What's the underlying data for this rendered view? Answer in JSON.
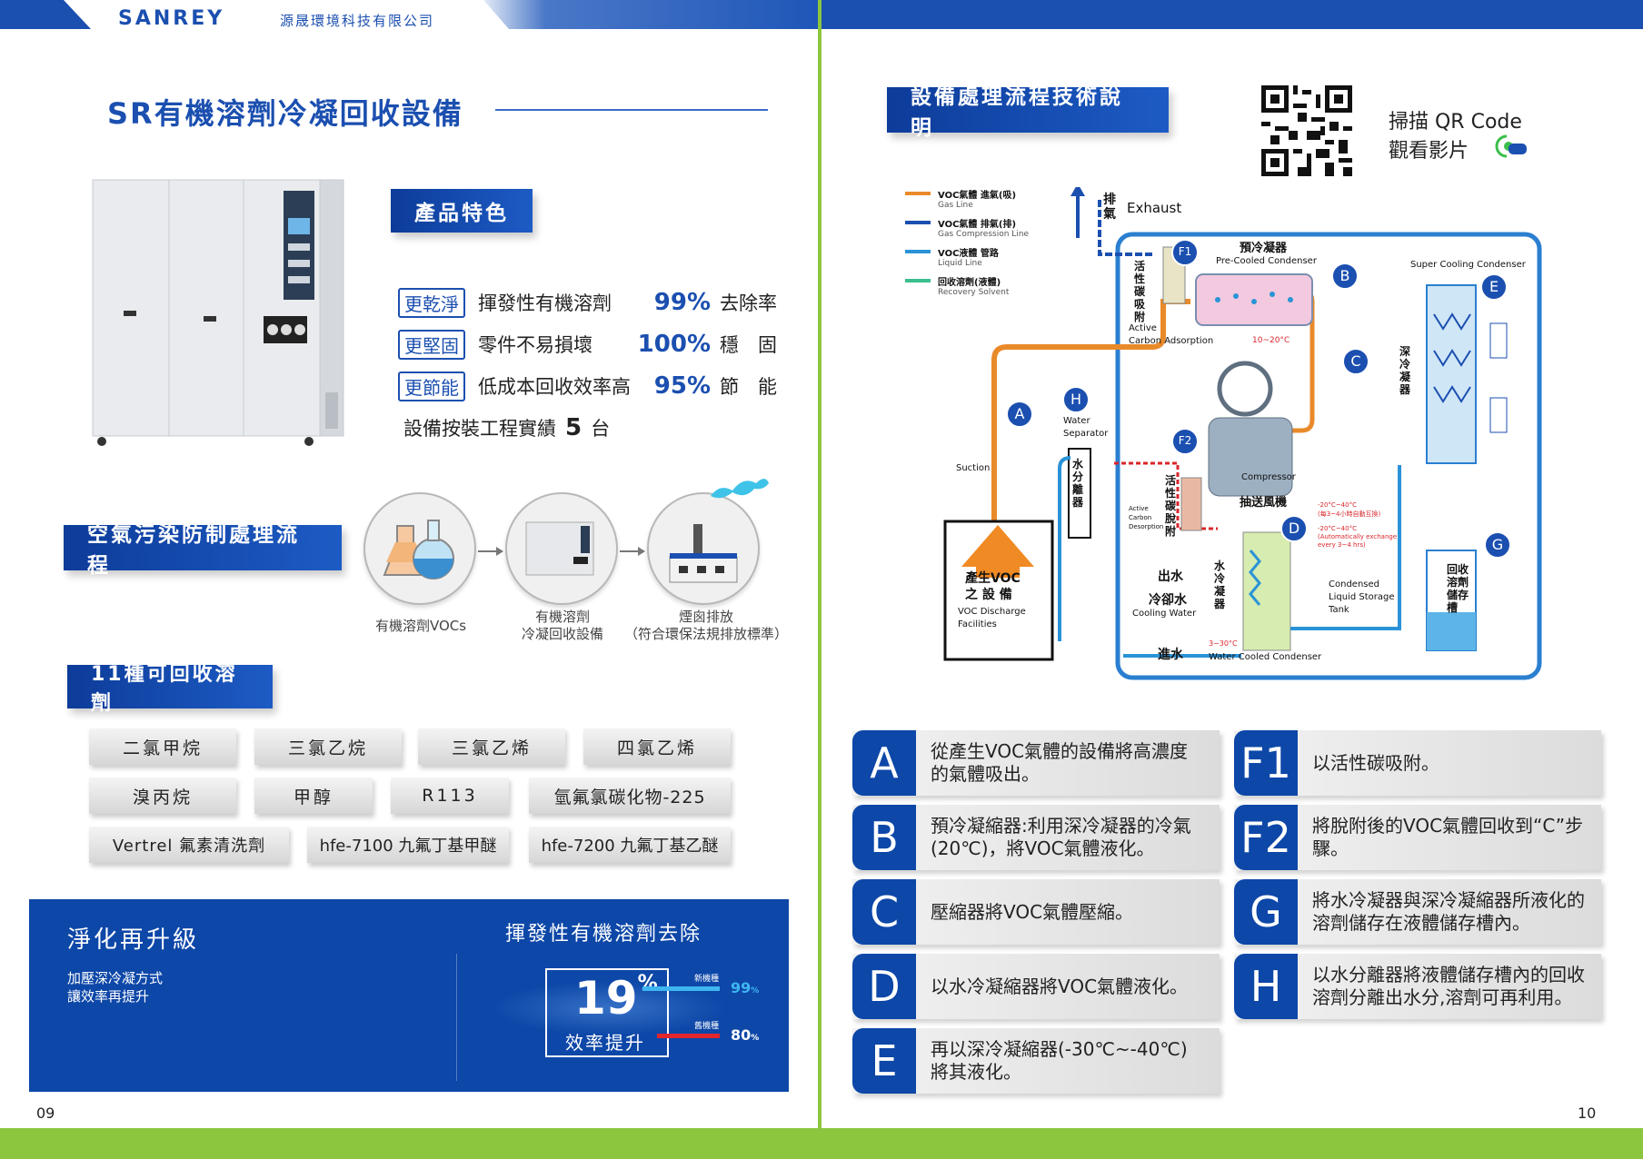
{
  "header": {
    "brand": "SANREY",
    "company": "源晟環境科技有限公司"
  },
  "left": {
    "title": "SR有機溶劑冷凝回收設備",
    "features_tag": "產品特色",
    "features": [
      {
        "box": "更乾淨",
        "text": "揮發性有機溶劑",
        "num": "99%",
        "suffix": "去除率"
      },
      {
        "box": "更堅固",
        "text": "零件不易損壞",
        "num": "100%",
        "suffix": "穩　固"
      },
      {
        "box": "更節能",
        "text": "低成本回收效率高",
        "num": "95%",
        "suffix": "節　能"
      }
    ],
    "install_prefix": "設備按裝工程實績",
    "install_num": "5",
    "install_suffix": "台",
    "process_tag": "空氣污染防制處理流程",
    "process_captions": [
      "有機溶劑VOCs",
      "有機溶劑\n冷凝回收設備",
      "煙囪排放\n（符合環保法規排放標準）"
    ],
    "solvents_tag": "11種可回收溶劑",
    "solvents": [
      "二氯甲烷",
      "三氯乙烷",
      "三氯乙烯",
      "四氯乙烯",
      "溴丙烷",
      "甲醇",
      "R113",
      "氫氟氯碳化物-225",
      "Vertrel 氟素清洗劑",
      "hfe-7100 九氟丁基甲醚",
      "hfe-7200 九氟丁基乙醚"
    ],
    "panel": {
      "title": "淨化再升級",
      "sub1": "加壓深冷凝方式",
      "sub2": "讓效率再提升",
      "right_title": "揮發性有機溶劑去除",
      "big": "19",
      "big_unit": "%",
      "big_label": "效率提升",
      "new_label": "新機種",
      "new_val": "99",
      "old_label": "舊機種",
      "old_val": "80",
      "pct": "%",
      "new_pct": 99,
      "old_pct": 80
    },
    "page": "09"
  },
  "right": {
    "title": "設備處理流程技術說明",
    "qr_line1": "掃描 QR Code",
    "qr_line2": "觀看影片",
    "legend": [
      {
        "zh": "VOC氣體 進氣(吸)",
        "en": "Gas Line",
        "color": "#e98a2a"
      },
      {
        "zh": "VOC氣體 排氣(排)",
        "en": "Gas Compression Line",
        "color": "#1b4fb0"
      },
      {
        "zh": "VOC液體 管路",
        "en": "Liquid Line",
        "color": "#2a93d8"
      },
      {
        "zh": "回收溶劑(液體)",
        "en": "Recovery Solvent",
        "color": "#3bbf8c"
      }
    ],
    "diagram": {
      "exhaust_zh": "排氣",
      "exhaust_en": "Exhaust",
      "pre_zh": "預冷凝器",
      "pre_en": "Pre-Cooled Condenser",
      "pre_temp": "10~20°C",
      "super_en": "Super Cooling Condenser",
      "active_zh": "活性碳吸附",
      "active_en1": "Active",
      "active_en2": "Carbon Adsorption",
      "deep_zh": "深冷凝器",
      "water_sep_en1": "Water",
      "water_sep_en2": "Separator",
      "water_sep_zh": "水分離器",
      "suction": "Suction",
      "compressor_en": "Compressor",
      "compressor_zh": "抽送風機",
      "desorp_zh": "活性碳脫附",
      "desorp_en1": "Active",
      "desorp_en2": "Carbon",
      "desorp_en3": "Desorption",
      "note1": "-20°C~40°C",
      "note2": "(每3~4小時自動互換)",
      "note3": "-20°C~40°C",
      "note4": "(Automatically exchange",
      "note5": "every 3~4 hrs)",
      "voc_zh1": "產生VOC",
      "voc_zh2": "之 設 備",
      "voc_en1": "VOC Discharge",
      "voc_en2": "Facilities",
      "out_water": "出水",
      "cool_water_zh": "冷卻水",
      "cool_water_en": "Cooling Water",
      "in_water": "進水",
      "wcc_zh": "水冷凝器",
      "wcc_temp": "3~30°C",
      "wcc_en": "Water Cooled Condenser",
      "storage_en1": "Condensed",
      "storage_en2": "Liquid Storage",
      "storage_en3": "Tank",
      "storage_zh": "回收溶劑儲存槽",
      "labels": [
        "A",
        "B",
        "C",
        "D",
        "E",
        "F1",
        "F2",
        "G",
        "H"
      ]
    },
    "steps_left": [
      {
        "id": "A",
        "text": "從產生VOC氣體的設備將高濃度的氣體吸出。"
      },
      {
        "id": "B",
        "text": "預冷凝縮器:利用深冷凝器的冷氣(20℃)，將VOC氣體液化。"
      },
      {
        "id": "C",
        "text": "壓縮器將VOC氣體壓縮。"
      },
      {
        "id": "D",
        "text": "以水冷凝縮器將VOC氣體液化。"
      },
      {
        "id": "E",
        "text": "再以深冷凝縮器(-30℃~-40℃)將其液化。"
      }
    ],
    "steps_right": [
      {
        "id": "F1",
        "text": "以活性碳吸附。"
      },
      {
        "id": "F2",
        "text": "將脫附後的VOC氣體回收到“C”步驟。"
      },
      {
        "id": "G",
        "text": "將水冷凝器與深冷凝縮器所液化的溶劑儲存在液體儲存槽內。"
      },
      {
        "id": "H",
        "text": "以水分離器將液體儲存槽內的回收溶劑分離出水分,溶劑可再利用。"
      }
    ],
    "page": "10"
  }
}
